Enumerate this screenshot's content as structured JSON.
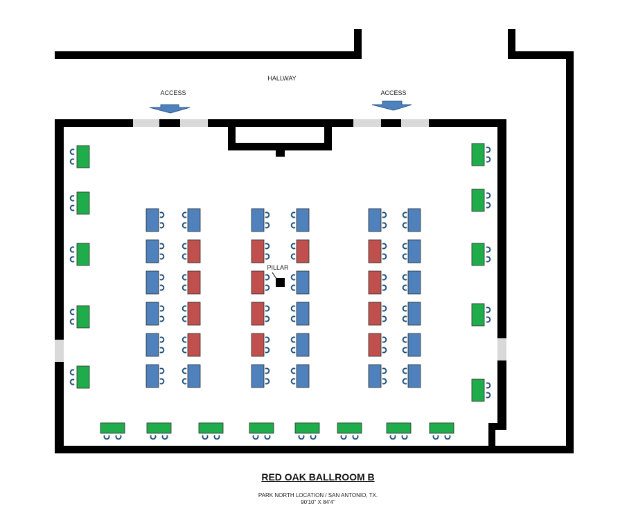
{
  "labels": {
    "hallway": "HALLWAY",
    "access_left": "ACCESS",
    "access_right": "ACCESS",
    "pillar": "PILLAR"
  },
  "title": "RED OAK BALLROOM B",
  "subtitle_location": "PARK NORTH LOCATION / SAN ANTONIO, TX.",
  "subtitle_dimensions": "90'10\" X 84'4\"",
  "colors": {
    "wall": "#000000",
    "door_gap": "#d9d9d9",
    "arrow": "#4f81bd",
    "blue_table": "#4f81bd",
    "red_table": "#c0504d",
    "green_table": "#1fad4b",
    "chair": "#1f4e79"
  },
  "layout": {
    "column_colors": [
      [
        "blue",
        "blue",
        "blue",
        "blue",
        "blue",
        "blue"
      ],
      [
        "blue",
        "red",
        "red",
        "red",
        "red",
        "blue"
      ],
      [
        "blue",
        "red",
        "red",
        "red",
        "red",
        "blue"
      ],
      [
        "blue",
        "red",
        "blue",
        "blue",
        "blue",
        "blue"
      ],
      [
        "blue",
        "red",
        "red",
        "red",
        "red",
        "blue"
      ],
      [
        "blue",
        "blue",
        "blue",
        "blue",
        "blue",
        "blue"
      ]
    ],
    "left_green_tables": 5,
    "right_green_tables": 5,
    "bottom_green_tables": 8
  }
}
